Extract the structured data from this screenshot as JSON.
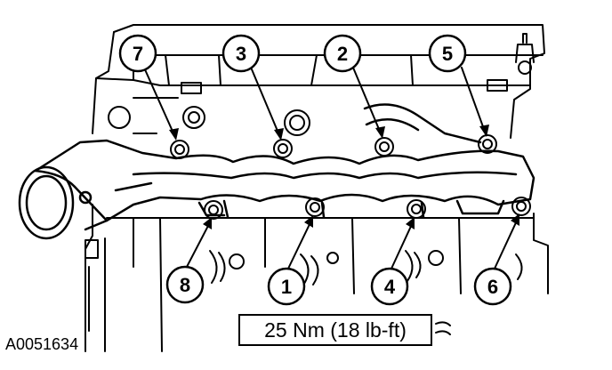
{
  "figure_id": "A0051634",
  "torque_spec": "25 Nm (18 lb-ft)",
  "callouts": {
    "top": [
      "7",
      "3",
      "2",
      "5"
    ],
    "bottom": [
      "8",
      "1",
      "4",
      "6"
    ]
  },
  "colors": {
    "line": "#000000",
    "background": "#ffffff"
  }
}
